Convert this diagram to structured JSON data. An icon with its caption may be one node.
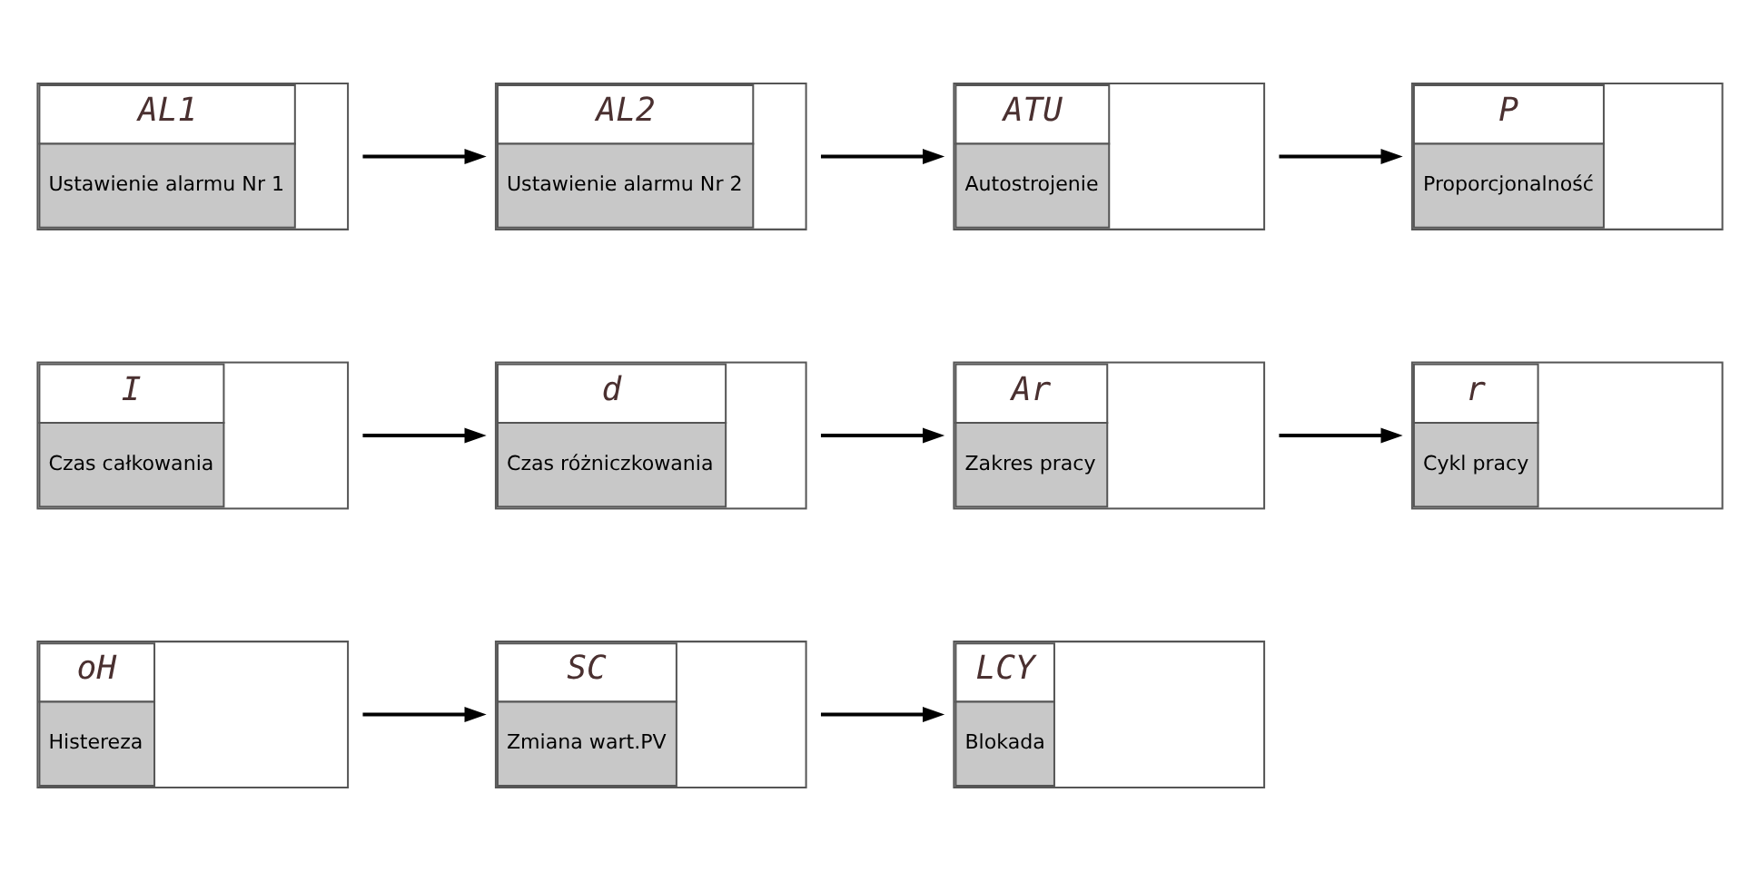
{
  "diagram": {
    "nodes": [
      {
        "text": [
          "AL1",
          "Ustawienie alarmu Nr 1"
        ]
      },
      {
        "text": [
          "AL2",
          "Ustawienie alarmu Nr 2"
        ]
      },
      {
        "text": [
          "ATU",
          "Autostrojenie"
        ]
      },
      {
        "text": [
          "P",
          "Proporcjonalność"
        ]
      },
      {
        "text": [
          "I",
          "Czas całkowania"
        ]
      },
      {
        "text": [
          "d",
          "Czas różniczkowania"
        ]
      },
      {
        "text": [
          "Ar",
          "Zakres pracy"
        ]
      },
      {
        "text": [
          "r",
          "Cykl pracy"
        ]
      },
      {
        "text": [
          "oH",
          "Histereza"
        ]
      },
      {
        "text": [
          "SC",
          "Zmiana wart.PV"
        ]
      },
      {
        "text": [
          "LCY",
          "Blokada"
        ]
      }
    ],
    "edges": [
      {
        "from": 0,
        "to": 1,
        "arrow": "to"
      },
      {
        "from": 1,
        "to": 2,
        "arrow": "to"
      },
      {
        "from": 2,
        "to": 3,
        "arrow": "to"
      },
      {
        "from": 4,
        "to": 5,
        "arrow": "to"
      },
      {
        "from": 5,
        "to": 6,
        "arrow": "to"
      },
      {
        "from": 6,
        "to": 7,
        "arrow": "to"
      },
      {
        "from": 8,
        "to": 9,
        "arrow": "to"
      },
      {
        "from": 9,
        "to": 10,
        "arrow": "to"
      }
    ]
  }
}
